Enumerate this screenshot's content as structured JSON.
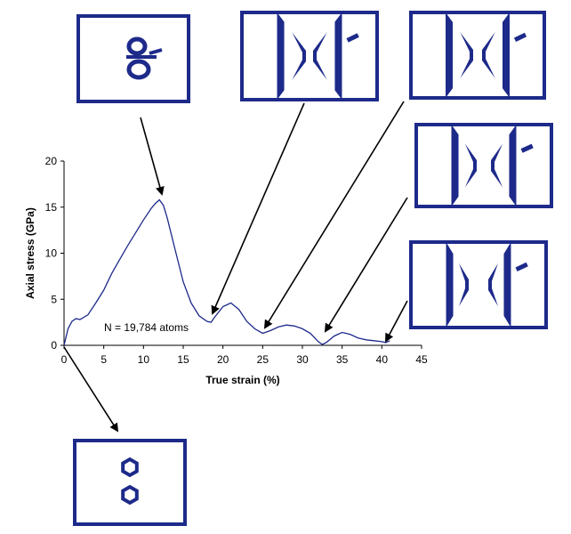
{
  "chart_data": {
    "type": "line",
    "xlabel": "True strain (%)",
    "ylabel": "Axial stress (GPa)",
    "xlim": [
      0,
      45
    ],
    "ylim": [
      0,
      20
    ],
    "xticks": [
      "0",
      "5",
      "10",
      "15",
      "20",
      "25",
      "30",
      "35",
      "40",
      "45"
    ],
    "yticks": [
      "0",
      "5",
      "10",
      "15",
      "20"
    ],
    "annotation": "N = 19,784 atoms",
    "grid": false,
    "line_color": "#1d2a8a",
    "series": [
      {
        "x": [
          0,
          0.5,
          1,
          1.5,
          2,
          3,
          4,
          5,
          6,
          7,
          8,
          9,
          10,
          11,
          11.5,
          12,
          12.5,
          13,
          14,
          15,
          16,
          17,
          18,
          18.5,
          19,
          20,
          21,
          22,
          23,
          24,
          25,
          26,
          27,
          28,
          29,
          30,
          31,
          32,
          32.5,
          33,
          34,
          35,
          36,
          37,
          38,
          39,
          40,
          40.5,
          41
        ],
        "y": [
          0,
          1.8,
          2.6,
          2.9,
          2.8,
          3.3,
          4.6,
          6.0,
          7.8,
          9.3,
          10.8,
          12.2,
          13.6,
          14.9,
          15.4,
          15.8,
          15.2,
          13.8,
          10.3,
          6.9,
          4.6,
          3.2,
          2.6,
          2.5,
          3.1,
          4.2,
          4.6,
          3.9,
          2.6,
          1.8,
          1.3,
          1.6,
          2.0,
          2.2,
          2.1,
          1.8,
          1.3,
          0.4,
          0.1,
          0.3,
          1.0,
          1.4,
          1.2,
          0.8,
          0.6,
          0.5,
          0.4,
          0.3,
          0.5
        ]
      }
    ],
    "callouts": [
      {
        "name": "snapshot-initial",
        "x": 0,
        "y": 0,
        "holes": 2
      },
      {
        "name": "snapshot-peak",
        "x": 12.2,
        "y": 15.8,
        "holes": 2
      },
      {
        "name": "snapshot-20",
        "x": 18.5,
        "y": 2.6
      },
      {
        "name": "snapshot-25",
        "x": 25,
        "y": 1.3
      },
      {
        "name": "snapshot-33",
        "x": 32.8,
        "y": 1.0
      },
      {
        "name": "snapshot-40",
        "x": 40.2,
        "y": 0.6
      }
    ]
  }
}
